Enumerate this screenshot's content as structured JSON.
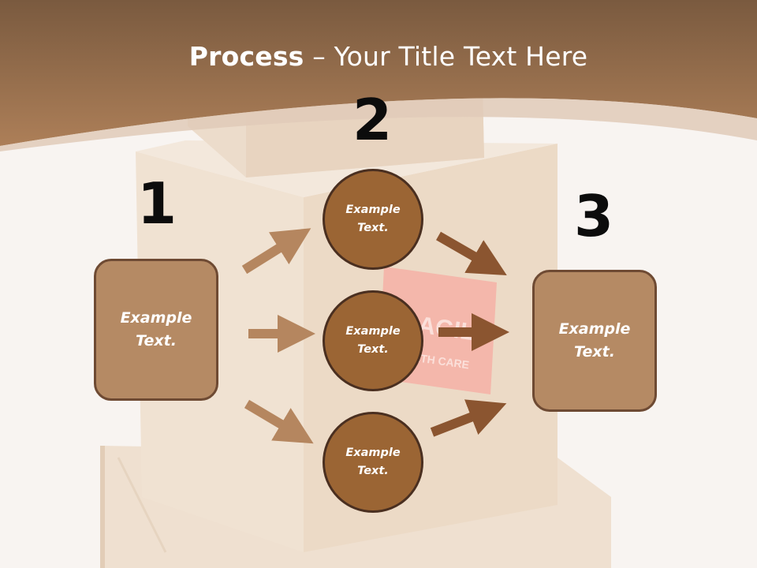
{
  "title": {
    "bold": "Process",
    "rest": " – Your Title Text Here"
  },
  "steps": [
    {
      "number": "1",
      "text": "Example\nText."
    },
    {
      "number": "2",
      "text": "Example\nText."
    },
    {
      "number": "3",
      "text": "Example\nText."
    }
  ],
  "circles": [
    {
      "text": "Example\nText."
    },
    {
      "text": "Example\nText."
    },
    {
      "text": "Example\nText."
    }
  ],
  "sticker": {
    "line1": "FRAGILE",
    "line2": "WITH CARE"
  },
  "colors": {
    "banner": "#a97b56",
    "box_fill": "#b58a64",
    "box_border": "#6e4a33",
    "circle_fill": "#9b6534",
    "circle_border": "#4a2f20",
    "arrow_in": "#b5865f",
    "arrow_out": "#8b5530"
  }
}
